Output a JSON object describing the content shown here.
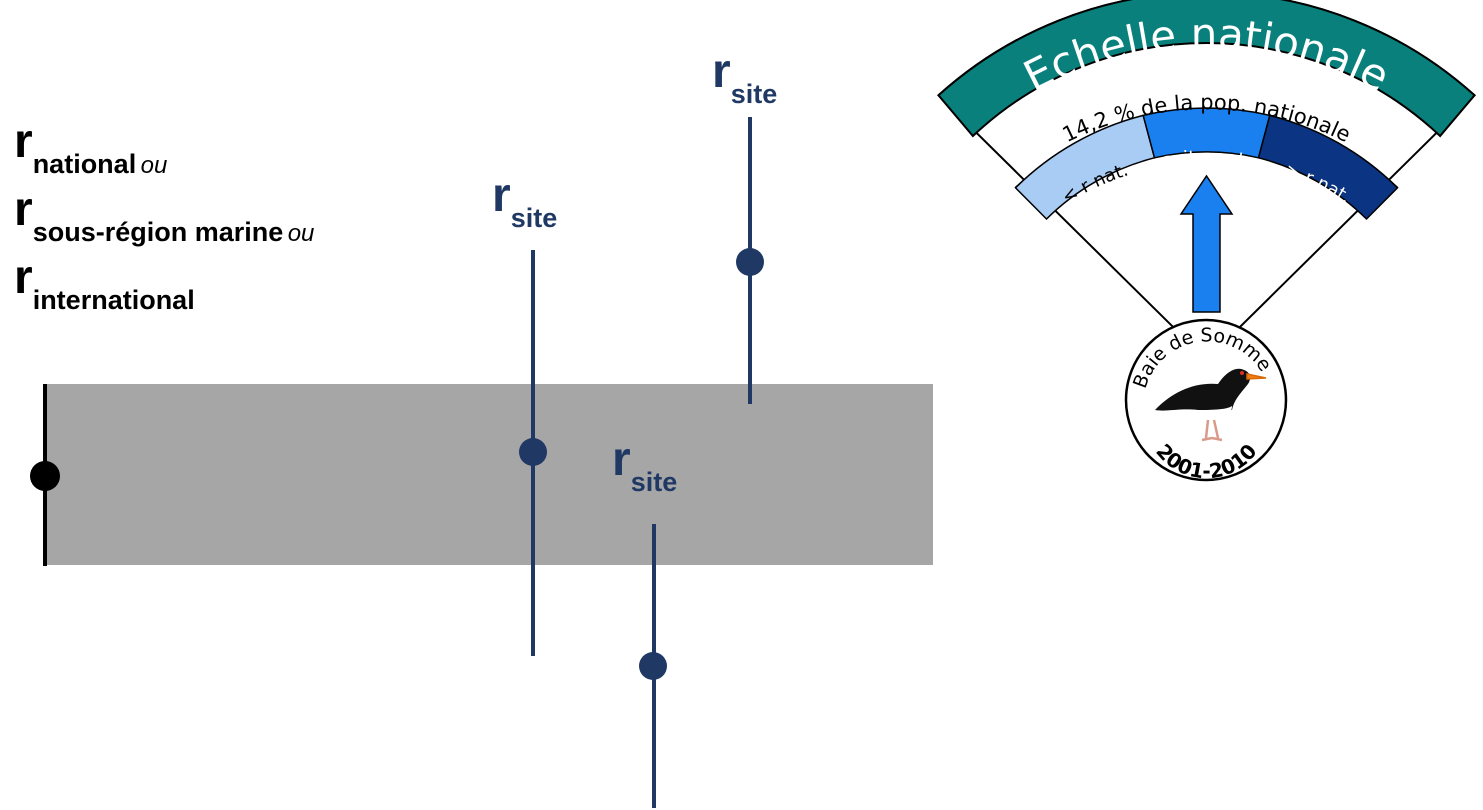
{
  "legend": {
    "r_symbol": "r",
    "rows": [
      {
        "sub": "national",
        "connector": "ou"
      },
      {
        "sub": "sous-région marine",
        "connector": "ou"
      },
      {
        "sub": "international",
        "connector": ""
      }
    ]
  },
  "sites": [
    {
      "r": "r",
      "sub": "site"
    },
    {
      "r": "r",
      "sub": "site"
    },
    {
      "r": "r",
      "sub": "site"
    }
  ],
  "gauge": {
    "title": "Echelle nationale",
    "percent_text": "14,2 % de la pop. nationale",
    "categories": [
      {
        "label": "< r nat.",
        "color": "#a9ccf5"
      },
      {
        "label": "suit r nat.",
        "color": "#1a80f0"
      },
      {
        "label": "> r nat.",
        "color": "#0b3582"
      }
    ],
    "site_name": "Baie de Somme",
    "period": "2001-2010",
    "bird_icon": "oystercatcher-icon",
    "colors": {
      "title_band": "#0a807c",
      "arrow": "#1a80f0",
      "site_dark": "#1f3864",
      "band_gray": "#a6a6a6"
    }
  }
}
